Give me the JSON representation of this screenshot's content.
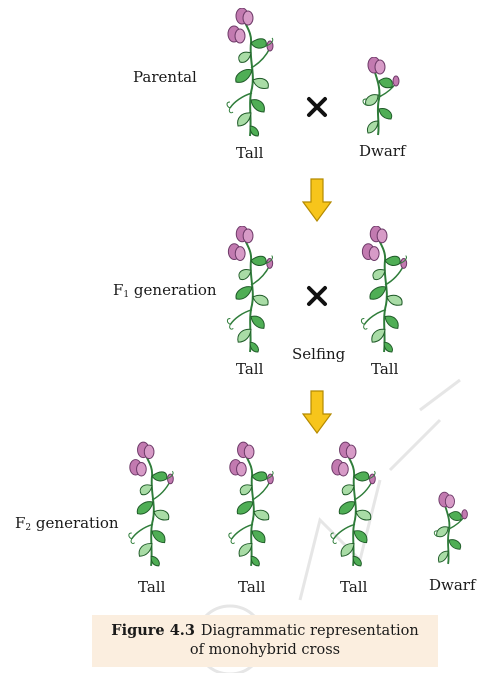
{
  "rows": {
    "parental": {
      "label": "Parental",
      "left_plant_label": "Tall",
      "right_plant_label": "Dwarf"
    },
    "f1": {
      "label_prefix": "F",
      "label_sub": "1",
      "label_suffix": " generation",
      "left_plant_label": "Tall",
      "center_label": "Selfing",
      "right_plant_label": "Tall"
    },
    "f2": {
      "label_prefix": "F",
      "label_sub": "2",
      "label_suffix": " generation",
      "plant_labels": [
        "Tall",
        "Tall",
        "Tall",
        "Dwarf"
      ]
    }
  },
  "caption": {
    "figure_number": "Figure 4.3",
    "line1": "Diagrammatic representation",
    "line2": "of monohybrid cross"
  },
  "colors": {
    "leaf": "#4fae55",
    "leaf_light": "#a9dca6",
    "flower": "#c27ab0",
    "flower_dark": "#8e4f86",
    "arrow": "#f7c51b",
    "caption_bg": "#fbeedf"
  }
}
